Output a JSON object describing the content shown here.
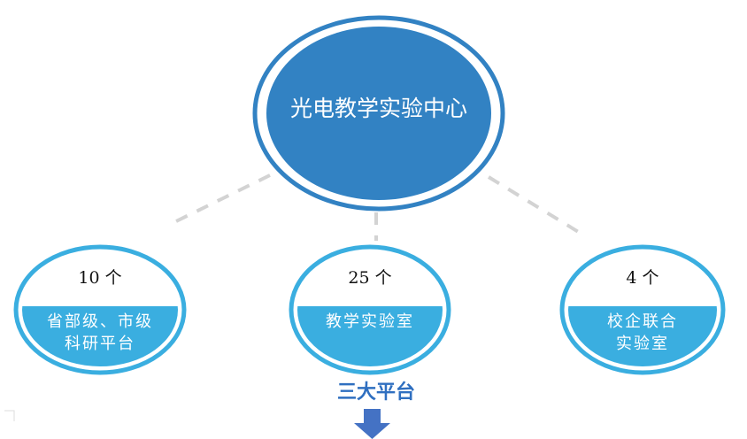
{
  "center": {
    "label": "光电教学实验中心"
  },
  "nodes": [
    {
      "count": "10 个",
      "label_lines": [
        "省部级、市级",
        "科研平台"
      ]
    },
    {
      "count": "25 个",
      "label_lines": [
        "教学实验室"
      ]
    },
    {
      "count": "4 个",
      "label_lines": [
        "校企联合",
        "实验室"
      ]
    }
  ],
  "footer": {
    "label": "三大平台"
  },
  "colors": {
    "center_fill": "#3282c3",
    "node_ring": "#3aaee0",
    "node_band": "#3aaee0",
    "arrow": "#4472c4",
    "connector": "#d3d3d3"
  }
}
